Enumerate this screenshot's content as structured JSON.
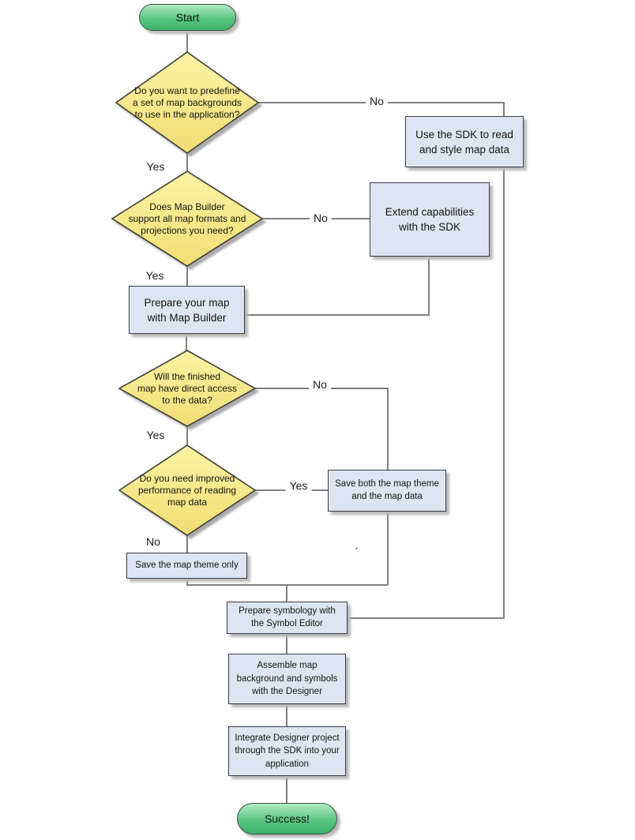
{
  "flowchart": {
    "nodes": {
      "start": {
        "label": "Start",
        "type": "terminator"
      },
      "decision_predefine": {
        "label": "Do you want to predefine\na set of map backgrounds\nto use in the application?",
        "type": "decision"
      },
      "process_use_sdk": {
        "label": "Use the SDK to read\nand style map data",
        "type": "process"
      },
      "decision_map_builder": {
        "label": "Does Map Builder\nsupport all map formats and\nprojections you need?",
        "type": "decision"
      },
      "process_extend_sdk": {
        "label": "Extend capabilities\nwith the SDK",
        "type": "process"
      },
      "process_prepare_map": {
        "label": "Prepare your map\nwith Map Builder",
        "type": "process"
      },
      "decision_direct_access": {
        "label": "Will the finished\nmap have direct access\nto the data?",
        "type": "decision"
      },
      "decision_performance": {
        "label": "Do you need improved\nperformance of reading\nmap data",
        "type": "decision"
      },
      "process_save_both": {
        "label": "Save both the map theme\nand the map data",
        "type": "process"
      },
      "process_save_theme": {
        "label": "Save the map theme only",
        "type": "process"
      },
      "process_symbology": {
        "label": "Prepare symbology with\nthe Symbol Editor",
        "type": "process"
      },
      "process_assemble": {
        "label": "Assemble map\nbackground and symbols\nwith the Designer",
        "type": "process"
      },
      "process_integrate": {
        "label": "Integrate Designer project\nthrough the SDK into your\napplication",
        "type": "process"
      },
      "success": {
        "label": "Success!",
        "type": "terminator"
      }
    },
    "edge_labels": {
      "predefine_no": "No",
      "predefine_yes": "Yes",
      "map_builder_no": "No",
      "map_builder_yes": "Yes",
      "direct_access_no": "No",
      "direct_access_yes": "Yes",
      "performance_yes": "Yes",
      "performance_no": "No"
    },
    "artifact_mark": "´",
    "colors": {
      "decision_fill_top": "#fbf3a5",
      "decision_fill_bottom": "#f1dd72",
      "process_fill": "#dce6f2",
      "terminator_fill_top": "#b2eac2",
      "terminator_fill_bottom": "#3cb167",
      "connector": "#7f7f7f",
      "shape_border": "#3a3a44",
      "shadow": "#b9b9b9",
      "text": "#141414",
      "background": "#ffffff"
    }
  }
}
